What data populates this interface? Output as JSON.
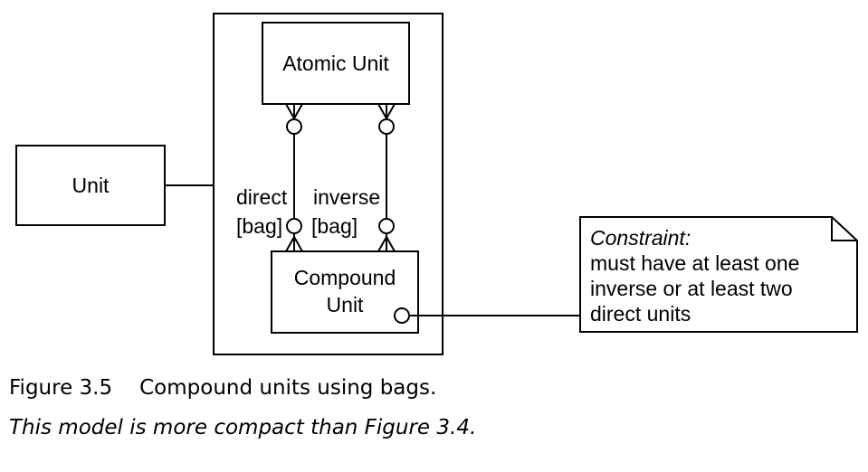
{
  "diagram": {
    "unit_label": "Unit",
    "atomic_unit_label": "Atomic Unit",
    "compound_unit_label_line1": "Compound",
    "compound_unit_label_line2": "Unit",
    "direct_role": "direct",
    "direct_multiplicity": "[bag]",
    "inverse_role": "inverse",
    "inverse_multiplicity": "[bag]",
    "constraint_title": "Constraint:",
    "constraint_lines": [
      "must have at least one",
      "inverse or at least two",
      "direct units"
    ]
  },
  "caption": {
    "figure_number": "Figure 3.5",
    "figure_title": "Compound units using bags.",
    "note": "This model is more compact than Figure 3.4."
  }
}
